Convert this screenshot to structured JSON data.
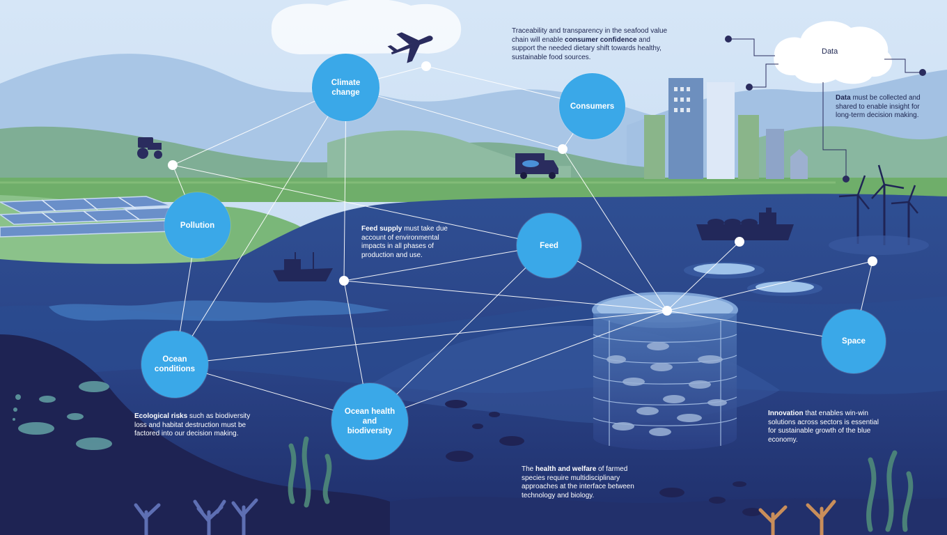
{
  "nodes": {
    "climate_change": "Climate change",
    "consumers": "Consumers",
    "pollution": "Pollution",
    "feed": "Feed",
    "ocean_conditions": "Ocean conditions",
    "ocean_health": "Ocean health and biodiversity",
    "space": "Space",
    "data": "Data"
  },
  "captions": {
    "consumer": {
      "pre": "Traceability and transparency in the seafood value chain will enable ",
      "bold": "consumer confidence",
      "post": " and support the needed dietary shift towards healthy, sustainable food sources."
    },
    "data": {
      "bold": "Data",
      "post": " must be collected and shared to enable insight for long-term decision making."
    },
    "feed": {
      "bold": "Feed supply",
      "post": " must take due account of environmental impacts in all phases of production and use."
    },
    "ecological": {
      "bold": "Ecological risks",
      "post": " such as biodiversity loss and habitat destruction must be factored into our decision making."
    },
    "health": {
      "pre": "The ",
      "bold": "health and welfare",
      "post": " of farmed species require multidisciplinary approaches at the interface between technology and biology."
    },
    "innovation": {
      "bold": "Innovation",
      "post": " that enables win-win solutions across sectors is essential for sustainable growth of the blue economy."
    }
  },
  "colors": {
    "node_blue": "#3aa8e8",
    "deep_navy": "#1d2550",
    "ocean": "#2c4a8e",
    "land_green": "#6fae6a"
  }
}
